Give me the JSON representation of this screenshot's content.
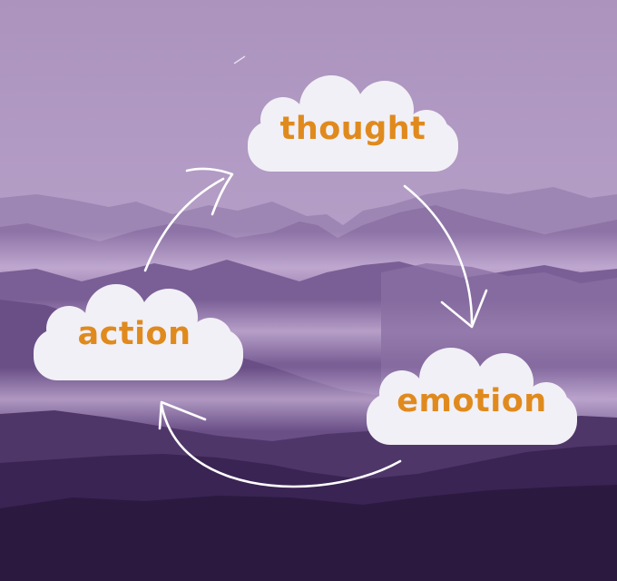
{
  "diagram": {
    "nodes": [
      {
        "id": "thought",
        "label": "thought"
      },
      {
        "id": "emotion",
        "label": "emotion"
      },
      {
        "id": "action",
        "label": "action"
      }
    ],
    "edges": [
      {
        "from": "thought",
        "to": "emotion"
      },
      {
        "from": "emotion",
        "to": "action"
      },
      {
        "from": "action",
        "to": "thought"
      }
    ]
  },
  "colors": {
    "sky": "#ab94bf",
    "label_text": "#e08a1e",
    "cloud_fill": "#f1f0f6",
    "arrow_stroke": "#ffffff",
    "mountain_dark": "#2c1940"
  }
}
